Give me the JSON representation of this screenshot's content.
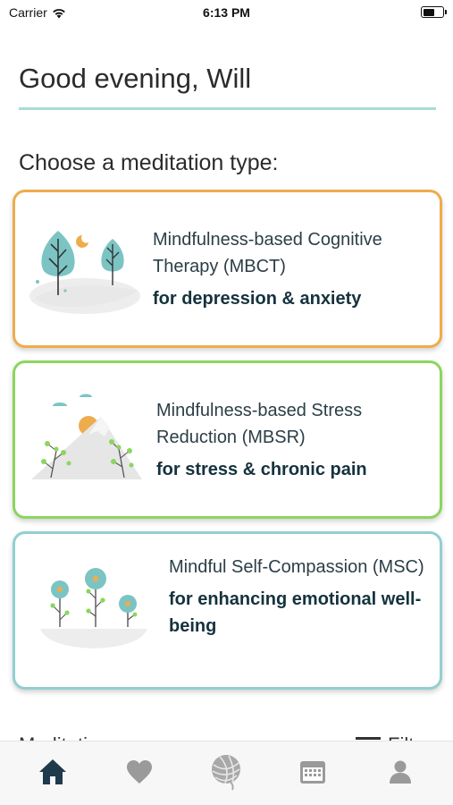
{
  "status_bar": {
    "carrier": "Carrier",
    "time": "6:13 PM",
    "battery_level": 0.6
  },
  "greeting": "Good evening, Will",
  "section_label": "Choose a meditation type:",
  "cards": [
    {
      "title": "Mindfulness-based Cognitive Therapy (MBCT)",
      "subtitle": "for depression & anxiety",
      "accent": "#eeac4c",
      "icon": "trees-moon-icon"
    },
    {
      "title": "Mindfulness-based Stress Reduction (MBSR)",
      "subtitle": "for stress & chronic pain",
      "accent": "#8bd65e",
      "icon": "mountain-sun-icon"
    },
    {
      "title": "Mindful Self-Compassion (MSC)",
      "subtitle": "for enhancing emotional well-being",
      "accent": "#92cfcf",
      "icon": "flowers-icon"
    }
  ],
  "list_header": {
    "left": "Meditations",
    "right": "Filter"
  },
  "tabs": [
    {
      "icon": "home-icon",
      "active": true
    },
    {
      "icon": "heart-icon",
      "active": false
    },
    {
      "icon": "brain-globe-icon",
      "active": false
    },
    {
      "icon": "calendar-icon",
      "active": false
    },
    {
      "icon": "profile-icon",
      "active": false
    }
  ],
  "colors": {
    "rule": "#a9dcd5",
    "tab_active": "#1f3a4b",
    "tab_inactive": "#9a9a9a"
  }
}
